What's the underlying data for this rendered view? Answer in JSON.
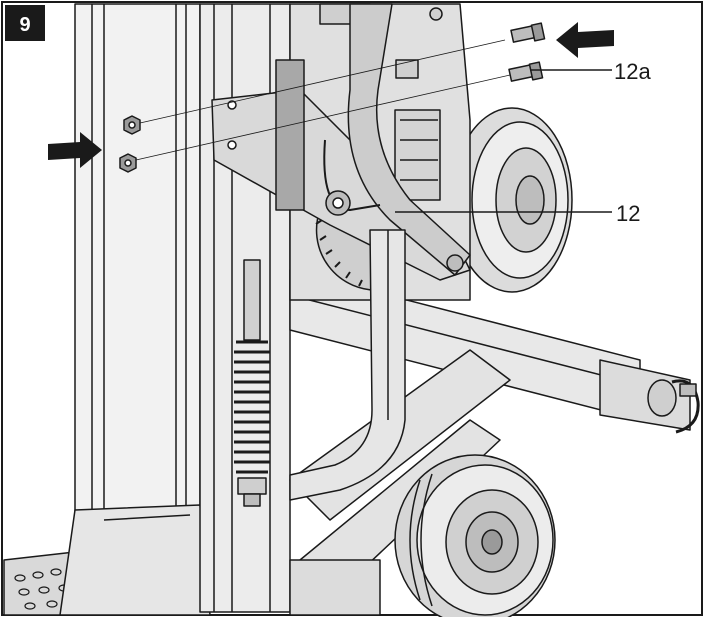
{
  "figure": {
    "number": "9",
    "callouts": [
      {
        "id": "12a",
        "label": "12a"
      },
      {
        "id": "12",
        "label": "12"
      }
    ],
    "colors": {
      "line": "#1a1a1a",
      "fill_light": "#e6e6e6",
      "fill_mid": "#cfcfcf",
      "fill_dark": "#9a9a9a",
      "badge_bg": "#1a1a1a",
      "badge_text": "#ffffff",
      "arrow": "#1a1a1a"
    },
    "icons": [
      "left-arrow-icon",
      "right-arrow-icon"
    ]
  }
}
